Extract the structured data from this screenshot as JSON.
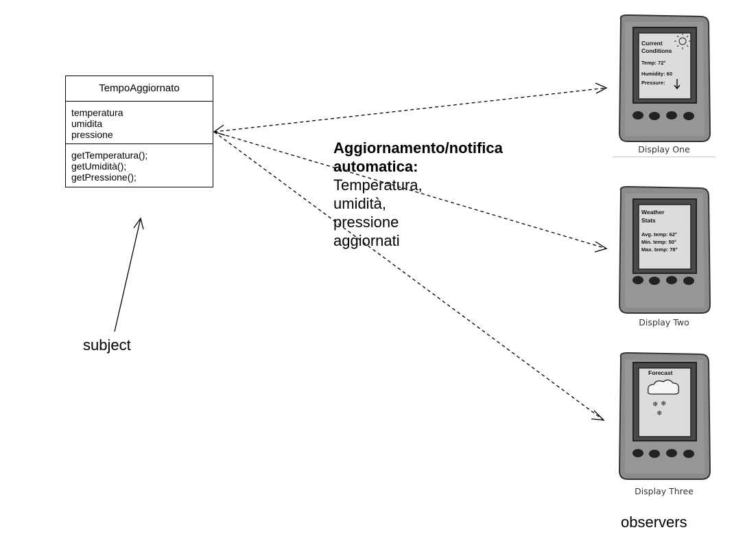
{
  "uml_class": {
    "name": "TempoAggiornato",
    "attributes": [
      "temperatura",
      "umidita",
      "pressione"
    ],
    "methods": [
      "getTemperatura();",
      "getUmidità();",
      "getPressione();"
    ]
  },
  "subject_label": "subject",
  "observers_label": "observers",
  "notification": {
    "title_line1": "Aggiornamento/notifica",
    "title_line2": "automatica:",
    "body": [
      "Temperatura,",
      "umidità,",
      "pressione",
      "aggiornati"
    ]
  },
  "displays": [
    {
      "caption": "Display One",
      "screen": {
        "lines": [
          "Current",
          "Conditions",
          "Temp: 72°",
          "Humidity: 60",
          "Pressure:"
        ],
        "icon": "sun-icon",
        "extra_icon": "down-arrow-icon"
      }
    },
    {
      "caption": "Display Two",
      "screen": {
        "lines": [
          "Weather",
          "Stats",
          "Avg. temp: 62°",
          "Min. temp:  50°",
          "Max. temp: 78°"
        ]
      }
    },
    {
      "caption": "Display Three",
      "screen": {
        "lines": [
          "Forecast"
        ],
        "icon": "cloud-snow-icon"
      }
    }
  ],
  "colors": {
    "device_body": "#8a8a8a",
    "device_screen": "#dcdcdc",
    "line": "#000000"
  }
}
